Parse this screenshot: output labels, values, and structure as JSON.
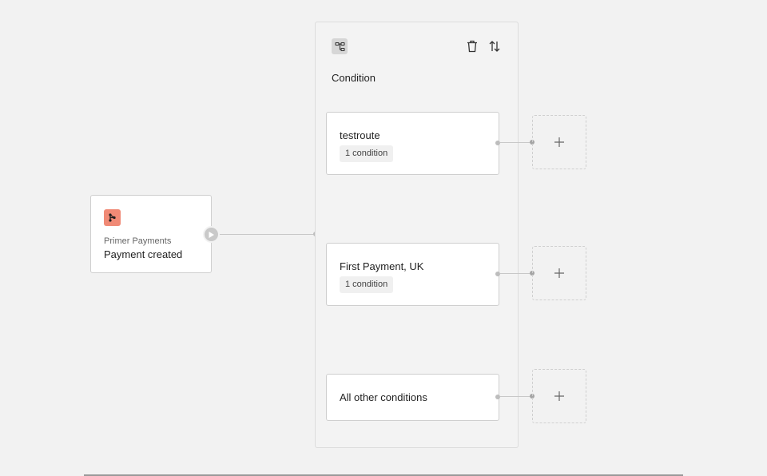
{
  "trigger": {
    "app": "Primer Payments",
    "event": "Payment created",
    "logo_icon": "primer-logo-icon",
    "accent_color": "#f08a76"
  },
  "condition_panel": {
    "title": "Condition",
    "icons": [
      "branch-icon",
      "trash-icon",
      "sort-icon"
    ],
    "routes": [
      {
        "name": "testroute",
        "badge": "1 condition"
      },
      {
        "name": "First Payment, UK",
        "badge": "1 condition"
      },
      {
        "name": "All other conditions"
      }
    ]
  },
  "add_step": {
    "icon": "plus-icon"
  }
}
